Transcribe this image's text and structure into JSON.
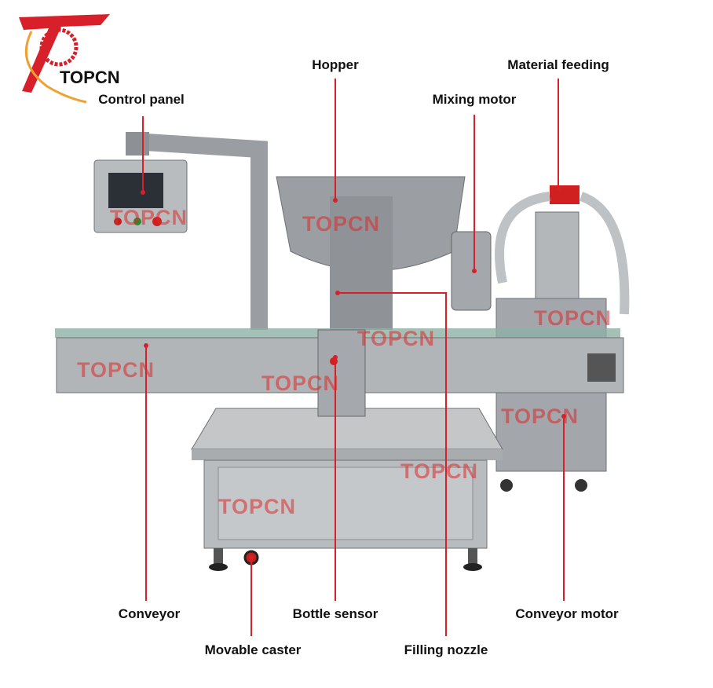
{
  "brand": {
    "logo_text": "TOPCN",
    "watermark": "TOPCN",
    "accent": "#d8202a"
  },
  "labels": {
    "hopper": "Hopper",
    "material_feeding": "Material feeding",
    "control_panel": "Control panel",
    "mixing_motor": "Mixing motor",
    "conveyor": "Conveyor",
    "bottle_sensor": "Bottle sensor",
    "conveyor_motor": "Conveyor motor",
    "movable_caster": "Movable caster",
    "filling_nozzle": "Filling nozzle"
  }
}
